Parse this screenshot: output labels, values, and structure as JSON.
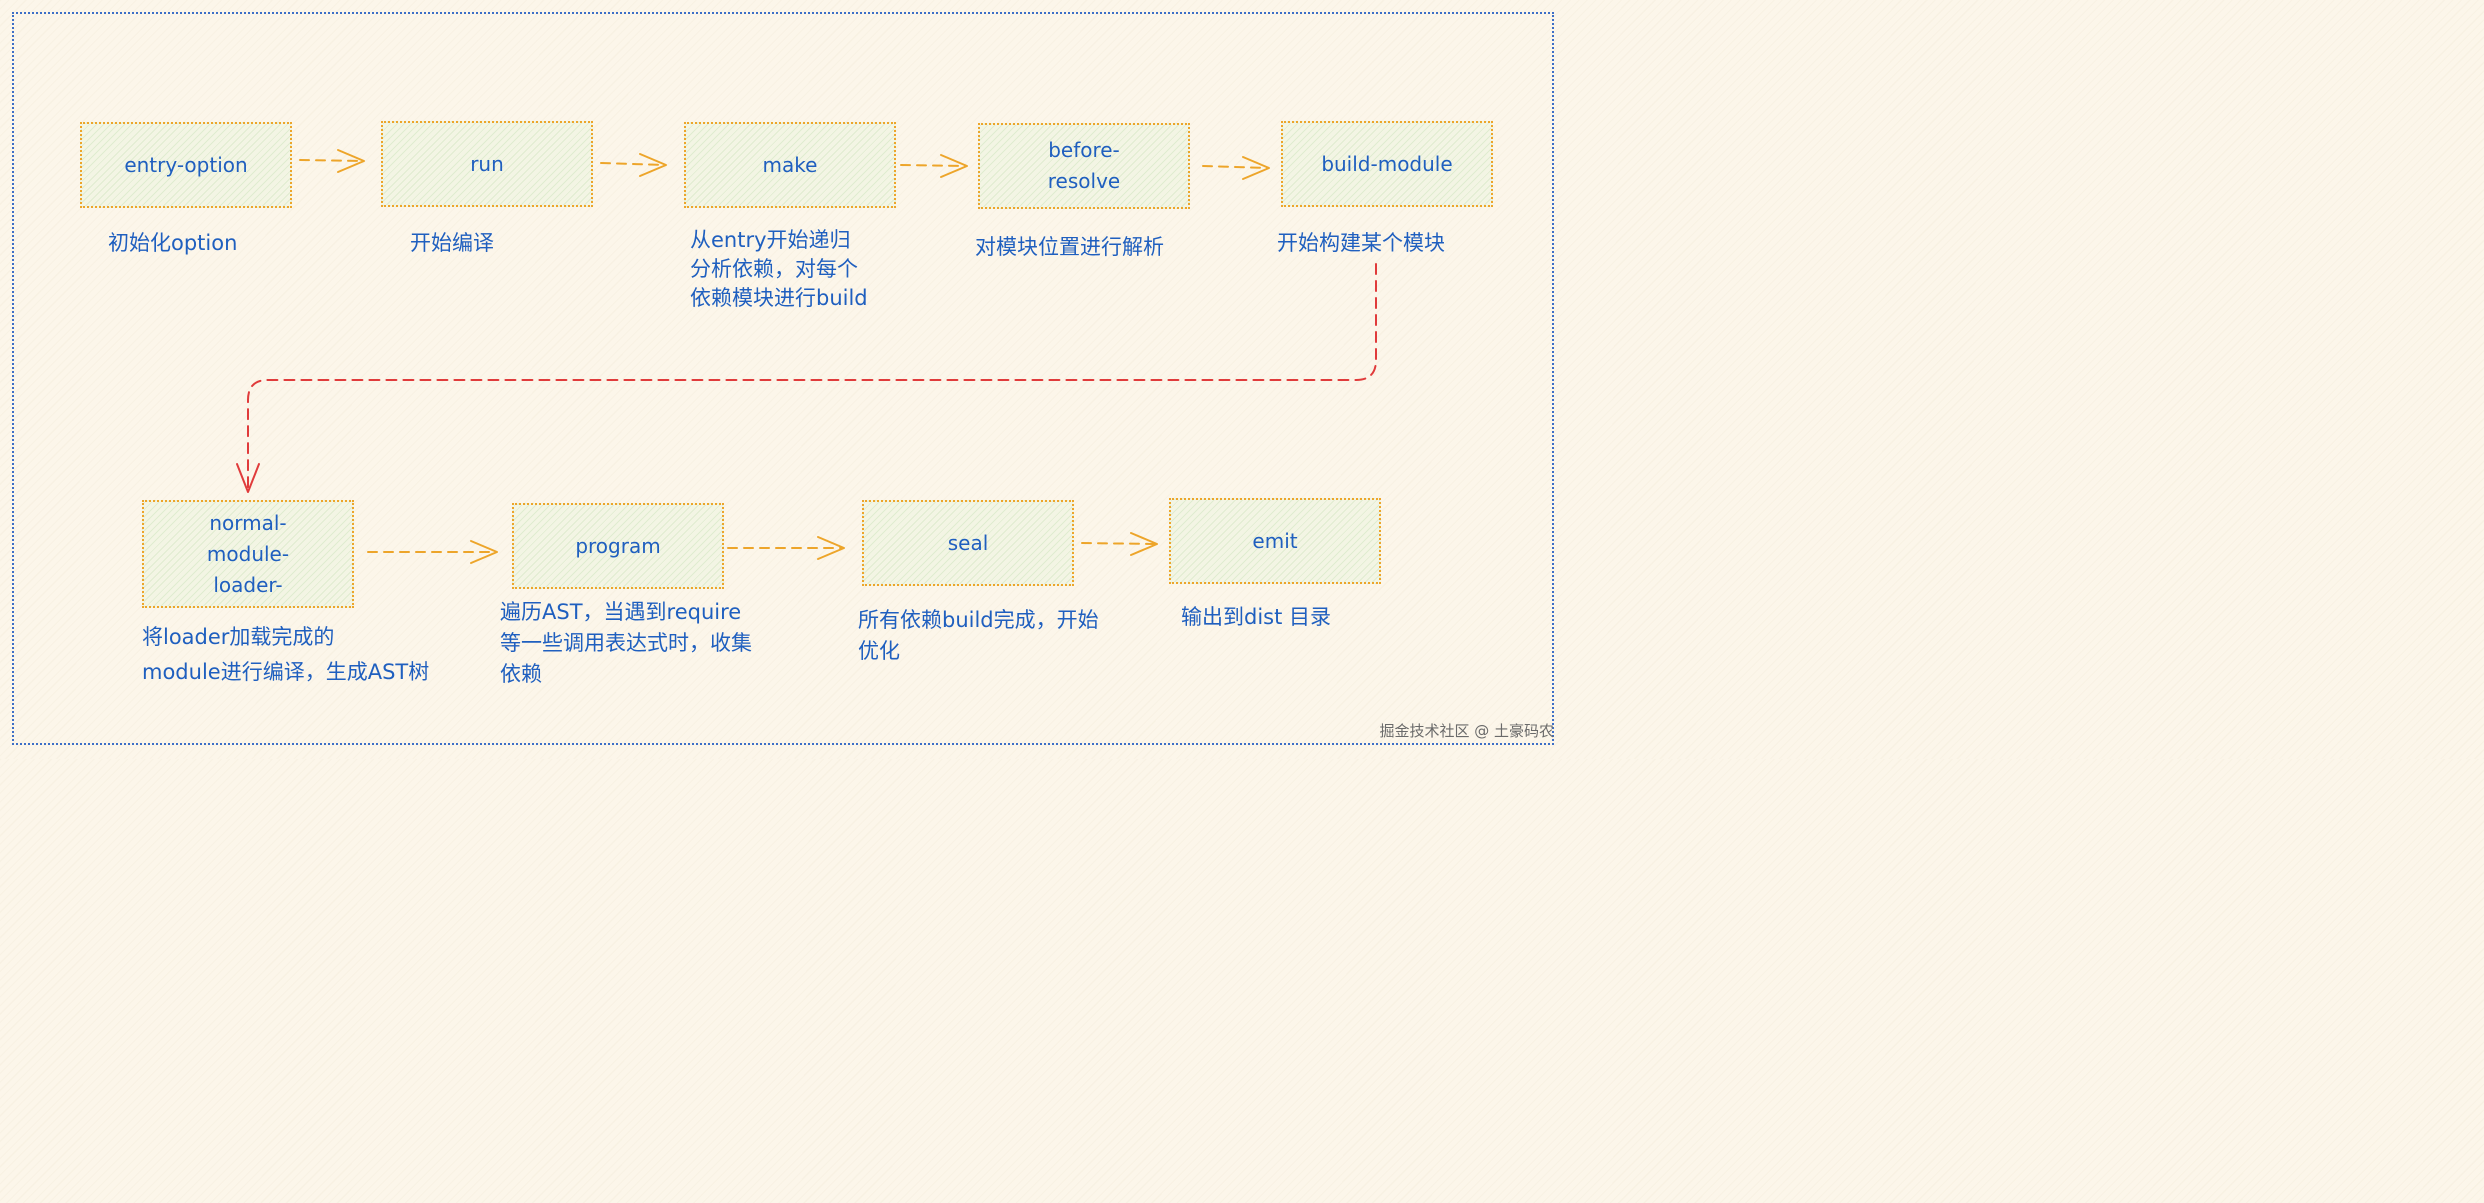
{
  "nodes": [
    {
      "id": "entry-option",
      "label": "entry-option"
    },
    {
      "id": "run",
      "label": "run"
    },
    {
      "id": "make",
      "label": "make"
    },
    {
      "id": "before-resolve",
      "label": "before-\nresolve"
    },
    {
      "id": "build-module",
      "label": "build-module"
    },
    {
      "id": "normal-module-loader",
      "label": "normal-\nmodule-\nloader-"
    },
    {
      "id": "program",
      "label": "program"
    },
    {
      "id": "seal",
      "label": "seal"
    },
    {
      "id": "emit",
      "label": "emit"
    }
  ],
  "descriptions": {
    "entry_option": "初始化option",
    "run": "开始编译",
    "make": [
      "从entry开始递归",
      "分析依赖，对每个",
      "依赖模块进行build"
    ],
    "before_resolve": "对模块位置进行解析",
    "build_module": "开始构建某个模块",
    "normal_module_loader": [
      "将loader加载完成的",
      "module进行编译，生成AST树"
    ],
    "program": [
      "遍历AST，当遇到require",
      "等一些调用表达式时，收集",
      "依赖"
    ],
    "seal": [
      "所有依赖build完成，开始",
      "优化"
    ],
    "emit": "输出到dist 目录"
  },
  "watermark": "掘金技术社区 @ 土豪码农",
  "colors": {
    "node_border": "#eda52a",
    "node_fill": "#f3f5e4",
    "text": "#1f5fbf",
    "arrow": "#eda52a",
    "connector": "#e03b3b",
    "frame": "#3d6fc7",
    "background": "#fcf6ea"
  }
}
